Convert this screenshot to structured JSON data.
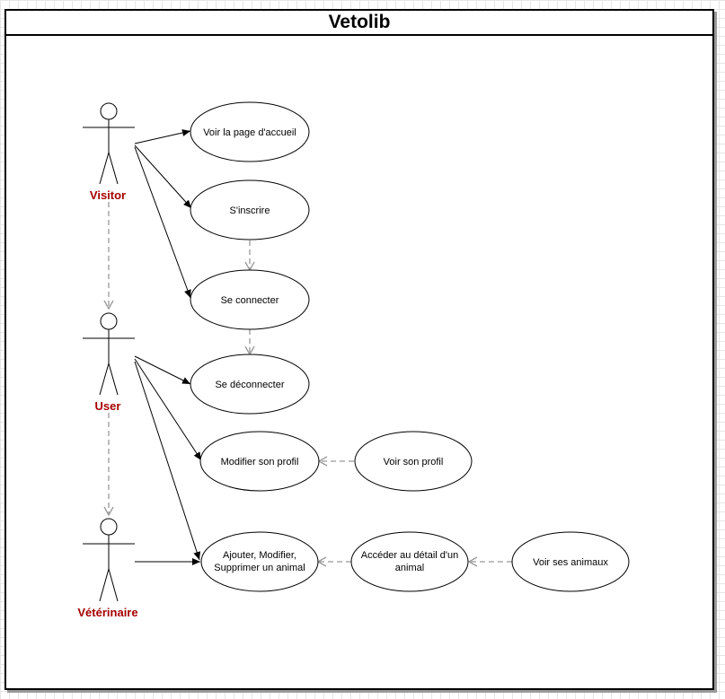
{
  "diagram": {
    "title": "Vetolib",
    "actors": [
      {
        "id": "visitor",
        "label": "Visitor"
      },
      {
        "id": "user",
        "label": "User"
      },
      {
        "id": "veterinaire",
        "label": "Vétérinaire"
      }
    ],
    "use_cases": [
      {
        "id": "accueil",
        "label": "Voir la page d'accueil"
      },
      {
        "id": "inscrire",
        "label": "S'inscrire"
      },
      {
        "id": "connecter",
        "label": "Se connecter"
      },
      {
        "id": "deconnecter",
        "label": "Se déconnecter"
      },
      {
        "id": "modifier_profil",
        "label": "Modifier son profil"
      },
      {
        "id": "voir_profil",
        "label": "Voir son profil"
      },
      {
        "id": "crud_animal",
        "label_line1": "Ajouter, Modifier,",
        "label_line2": "Supprimer un animal"
      },
      {
        "id": "detail_animal",
        "label_line1": "Accéder au détail d'un",
        "label_line2": "animal"
      },
      {
        "id": "voir_animaux",
        "label": "Voir ses animaux"
      }
    ],
    "colors": {
      "actor_label": "#a50000",
      "border": "#000000",
      "dashed": "#999999"
    }
  }
}
